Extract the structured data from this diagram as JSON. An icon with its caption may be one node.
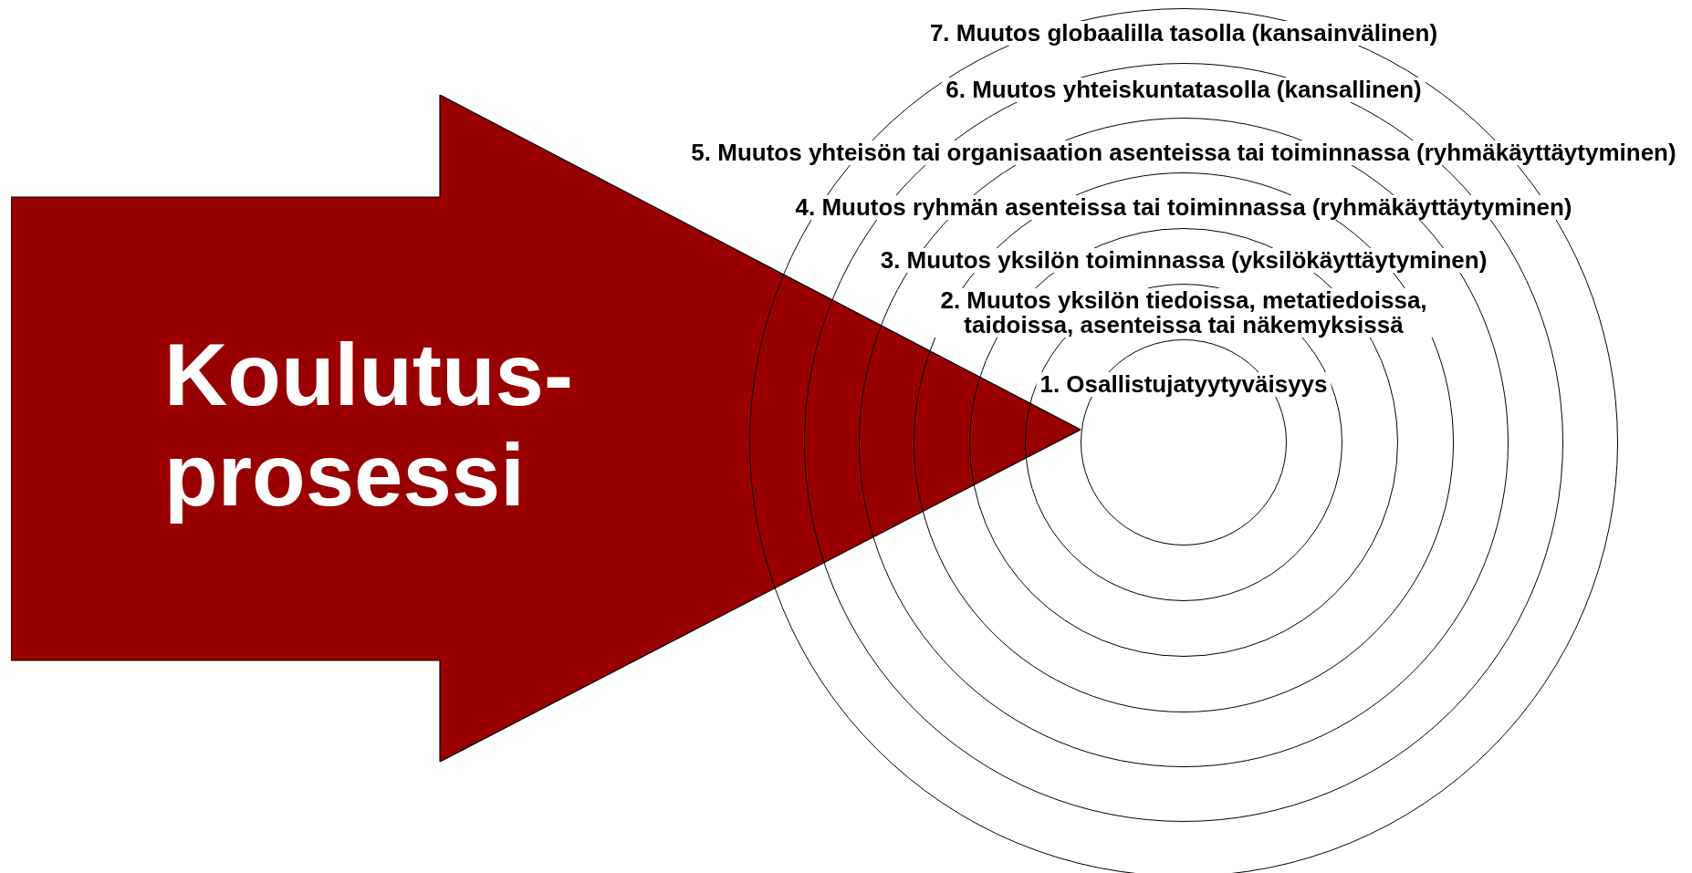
{
  "diagram": {
    "nodes": [
      {
        "text": [
          "Koulutus- prosessi"
        ]
      },
      {
        "text": [
          "7. Muutos globaalilla tasolla (kansainvälinen)"
        ]
      },
      {
        "text": [
          "6. Muutos yhteiskuntatasolla (kansallinen)"
        ],
        "in": 1
      },
      {
        "text": [
          "5. Muutos yhteisön tai organisaation asenteissa tai toiminnassa (ryhmäkäyttäytyminen)"
        ],
        "in": 2
      },
      {
        "text": [
          "4. Muutos ryhmän asenteissa tai toiminnassa (ryhmäkäyttäytyminen)"
        ],
        "in": 3
      },
      {
        "text": [
          "3. Muutos yksilön toiminnassa (yksilökäyttäytyminen)"
        ],
        "in": 4
      },
      {
        "text": [
          "2. Muutos yksilön tiedoissa, metatiedoissa, taidoissa, asenteissa tai näkemyksissä"
        ],
        "in": 5
      },
      {
        "text": [
          "1. Osallistujatyytyväisyys"
        ],
        "in": 6
      }
    ]
  }
}
